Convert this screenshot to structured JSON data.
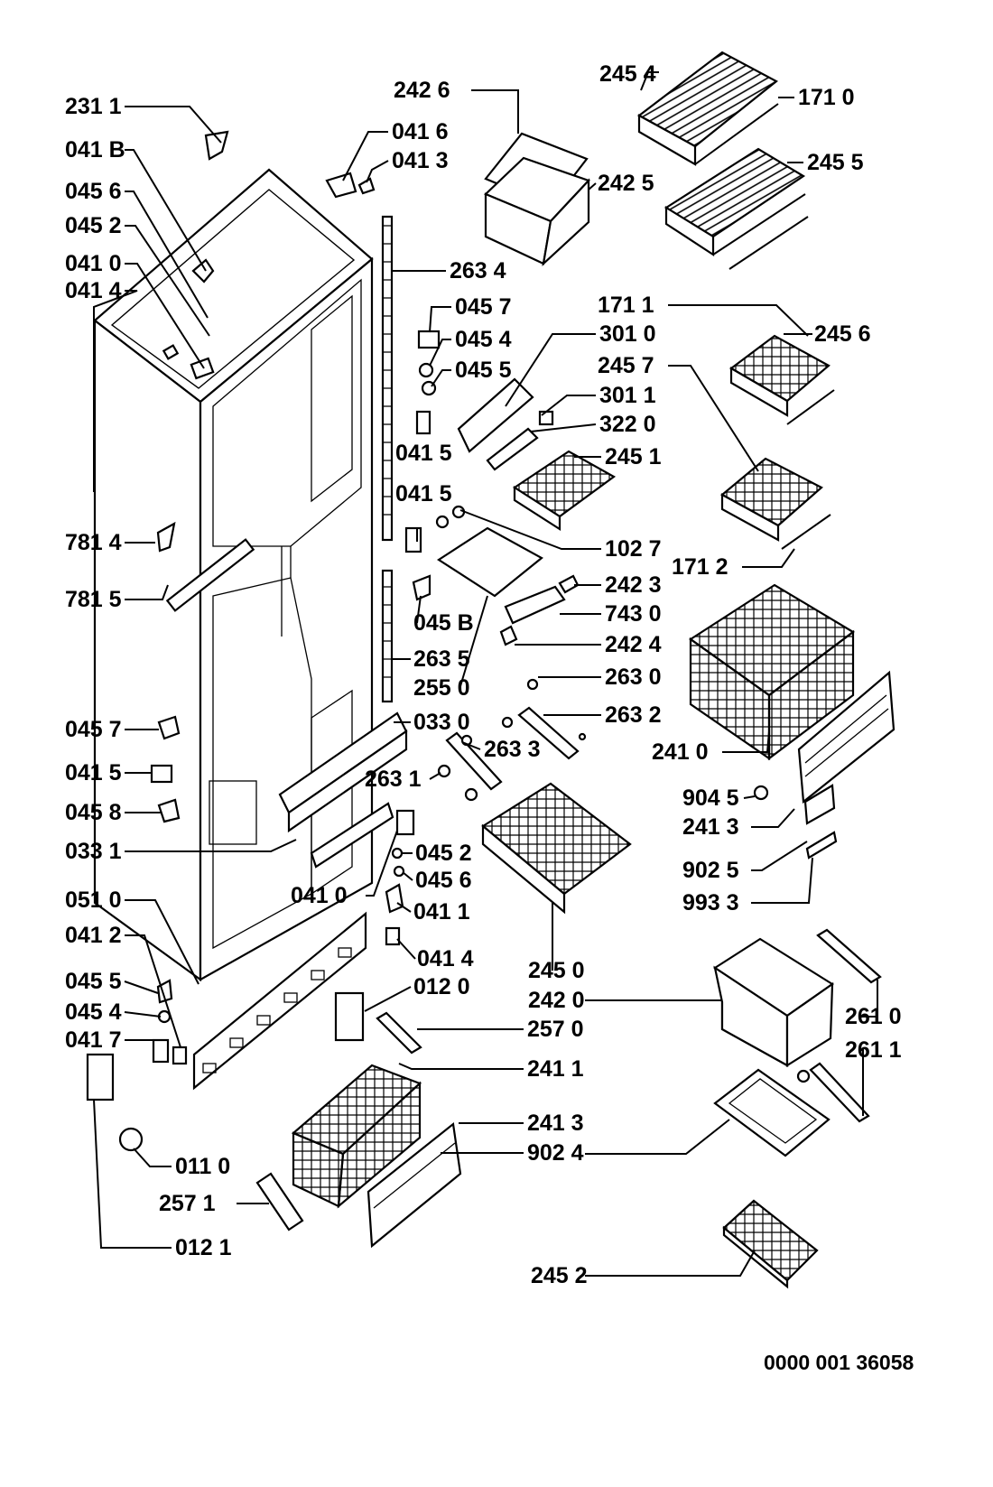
{
  "labels": [
    "231 1",
    "041 B",
    "045 6",
    "045 2",
    "041 0",
    "041 4",
    "781 4",
    "781 5",
    "045 7",
    "041 5",
    "045 8",
    "033 1",
    "051 0",
    "041 2",
    "045 5",
    "045 4",
    "041 7",
    "011 0",
    "257 1",
    "012 1",
    "041 6",
    "041 3",
    "263 4",
    "045 7",
    "045 4",
    "045 5",
    "041 5",
    "041 5",
    "045 B",
    "263 5",
    "255 0",
    "033 0",
    "263 3",
    "263 1",
    "045 2",
    "045 6",
    "041 0",
    "041 1",
    "041 4",
    "012 0",
    "257 0",
    "241 1",
    "241 3",
    "902 4",
    "242 6",
    "242 5",
    "245 4",
    "171 0",
    "245 5",
    "171 1",
    "245 6",
    "245 7",
    "171 2",
    "301 0",
    "301 1",
    "322 0",
    "245 1",
    "102 7",
    "242 3",
    "743 0",
    "242 4",
    "263 0",
    "263 2",
    "241 0",
    "904 5",
    "241 3",
    "902 5",
    "993 3",
    "245 0",
    "242 0",
    "261 0",
    "261 1",
    "245 2"
  ],
  "document_id": "0000 001 36058"
}
